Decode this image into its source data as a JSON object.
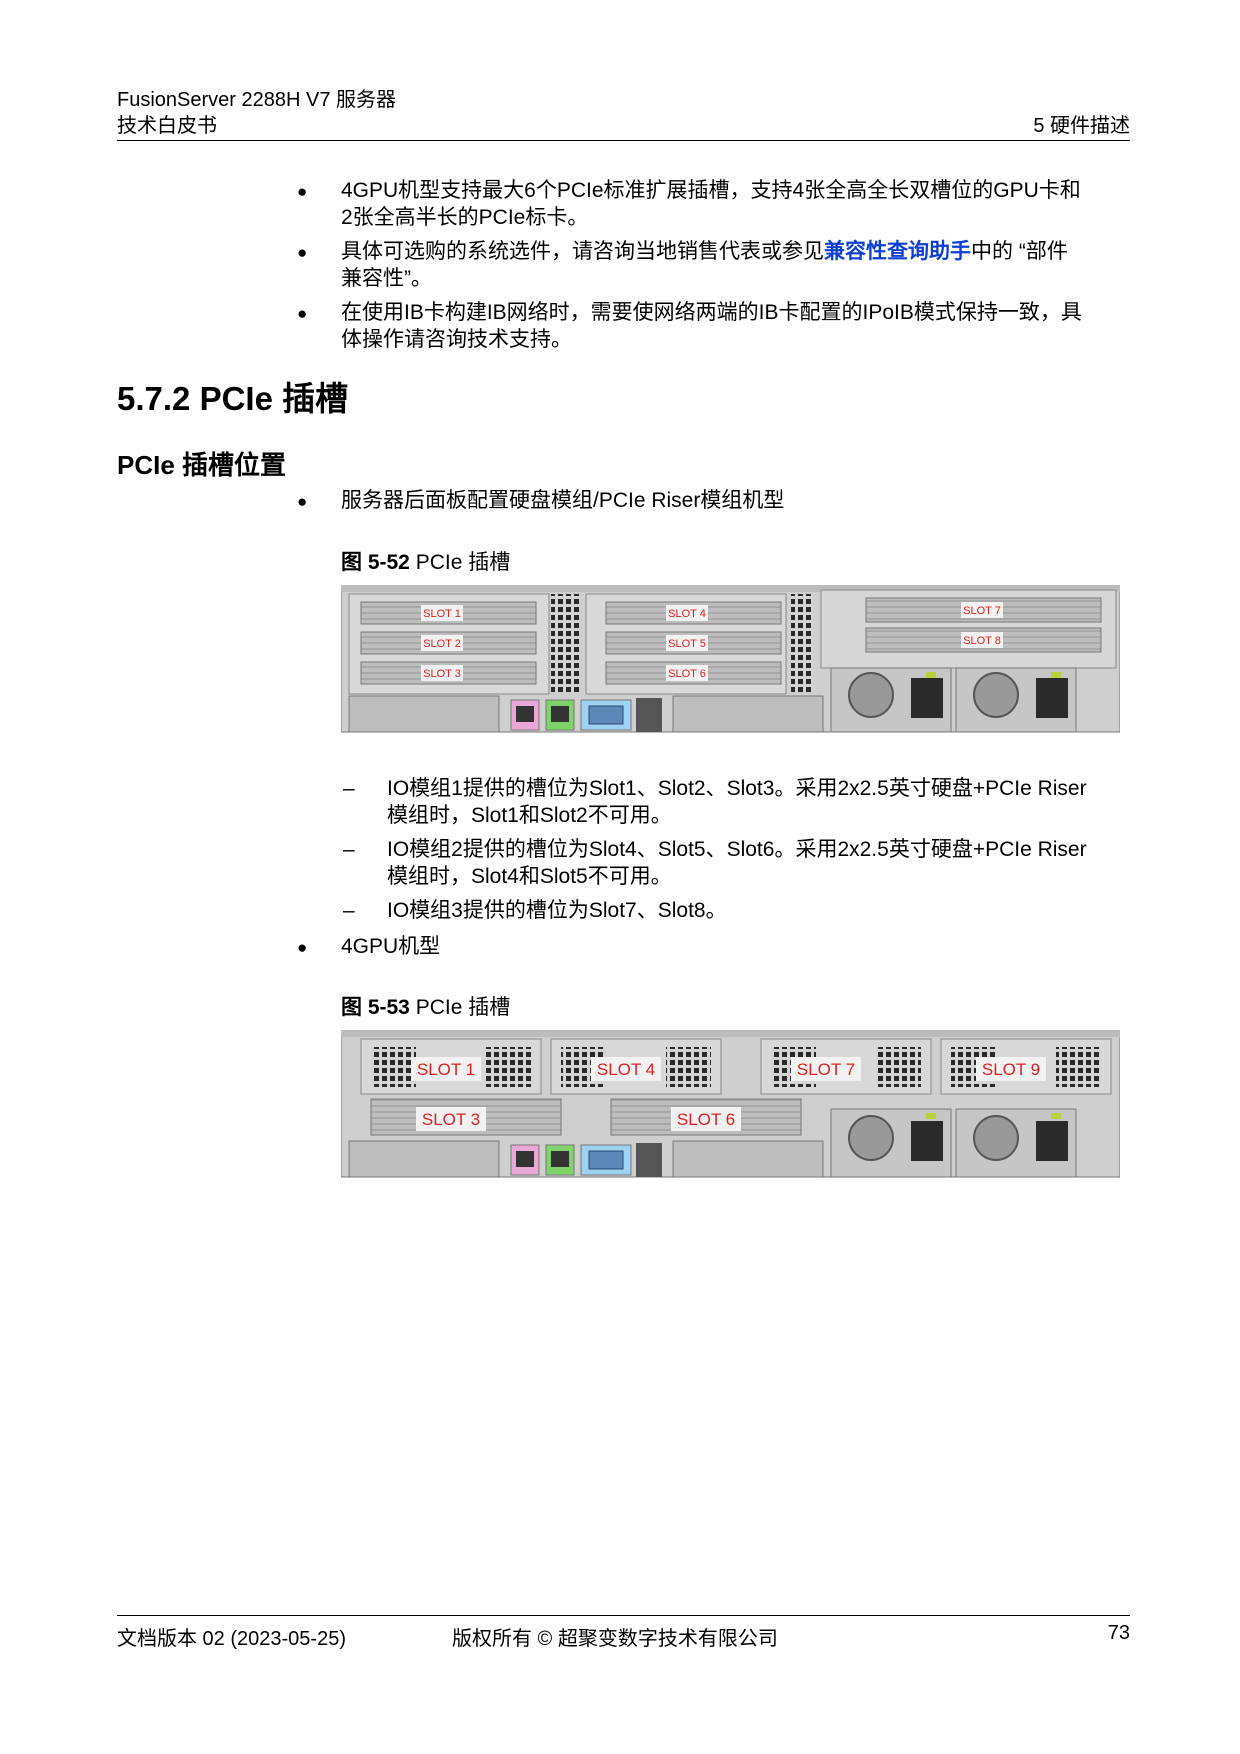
{
  "header": {
    "product": "FusionServer 2288H V7 服务器",
    "doc_type": "技术白皮书",
    "chapter": "5 硬件描述"
  },
  "bullets_top": [
    {
      "line1": "4GPU机型支持最大6个PCIe标准扩展插槽，支持4张全高全长双槽位的GPU卡和",
      "line2": "2张全高半长的PCIe标卡。"
    },
    {
      "pre": "具体可选购的系统选件，请咨询当地销售代表或参见",
      "link": "兼容性查询助手",
      "post": "中的 “部件",
      "line2": "兼容性”。"
    },
    {
      "line1": "在使用IB卡构建IB网络时，需要使网络两端的IB卡配置的IPoIB模式保持一致，具",
      "line2": "体操作请咨询技术支持。"
    }
  ],
  "section_title": "5.7.2 PCIe 插槽",
  "subsection_title": "PCIe 插槽位置",
  "bullet_model1": "服务器后面板配置硬盘模组/PCIe Riser模组机型",
  "figure1": {
    "label": "图 5-52",
    "title": " PCIe 插槽",
    "slots": [
      "SLOT 1",
      "SLOT 2",
      "SLOT 3",
      "SLOT 4",
      "SLOT 5",
      "SLOT 6",
      "SLOT 7",
      "SLOT 8"
    ]
  },
  "dash_items": [
    {
      "line1": "IO模组1提供的槽位为Slot1、Slot2、Slot3。采用2x2.5英寸硬盘+PCIe Riser",
      "line2": "模组时，Slot1和Slot2不可用。"
    },
    {
      "line1": "IO模组2提供的槽位为Slot4、Slot5、Slot6。采用2x2.5英寸硬盘+PCIe Riser",
      "line2": "模组时，Slot4和Slot5不可用。"
    },
    {
      "line1": "IO模组3提供的槽位为Slot7、Slot8。",
      "line2": ""
    }
  ],
  "bullet_model2": "4GPU机型",
  "figure2": {
    "label": "图 5-53",
    "title": " PCIe 插槽",
    "slots": [
      "SLOT 1",
      "SLOT 4",
      "SLOT 7",
      "SLOT 9",
      "SLOT 3",
      "SLOT 6"
    ]
  },
  "footer": {
    "version": "文档版本 02 (2023-05-25)",
    "copyright": "版权所有 © 超聚变数字技术有限公司",
    "page": "73"
  },
  "colors": {
    "link": "#0b3fd6",
    "slot_label": "#e02020"
  }
}
